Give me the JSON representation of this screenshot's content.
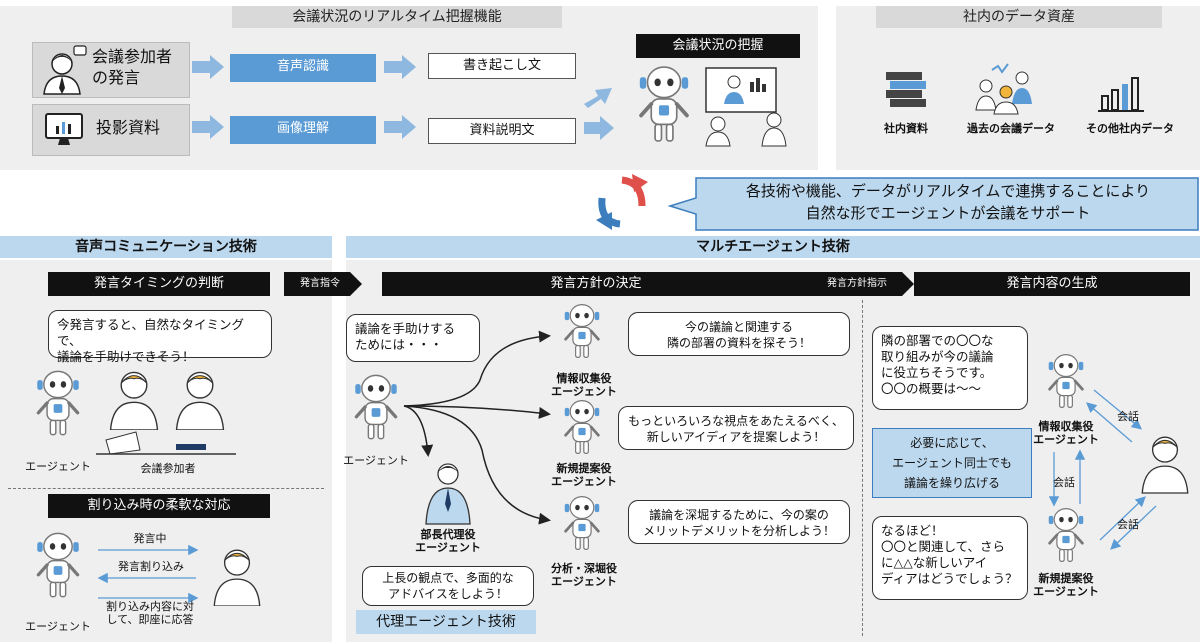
{
  "top": {
    "realtime_title": "会議状況のリアルタイム把握機能",
    "speech_source": "会議参加者\nの発言",
    "slide_source": "投影資料",
    "speech_tech": "音声認識",
    "image_tech": "画像理解",
    "speech_output": "書き起こし文",
    "slide_output": "資料説明文",
    "grasp_title": "会議状況の把握",
    "assets_title": "社内のデータ資産",
    "assets": [
      "社内資料",
      "過去の会議データ",
      "その他社内データ"
    ],
    "callout": "各技術や機能、データがリアルタイムで連携することにより\n自然な形でエージェントが会議をサポート"
  },
  "voice": {
    "bar": "音声コミュニケーション技術",
    "timing_header": "発言タイミングの判断",
    "timing_bubble": "今発言すると、自然なタイミングで、\n議論を手助けできそう！",
    "agent_label": "エージェント",
    "participants_label": "会議参加者",
    "interrupt_header": "割り込み時の柔軟な対応",
    "speaking": "発言中",
    "interrupt": "発言割り込み",
    "respond": "割り込み内容に対\nして、即座に応答",
    "agent_label2": "エージェント"
  },
  "multi": {
    "bar": "マルチエージェント技術",
    "cmd1": "発言指令",
    "policy_header": "発言方針の決定",
    "cmd2": "発言方針指示",
    "content_header": "発言内容の生成",
    "help_bubble": "議論を手助けする\nためには・・・",
    "agent_label": "エージェント",
    "roles": [
      "情報収集役\nエージェント",
      "新規提案役\nエージェント",
      "分析・深堀役\nエージェント"
    ],
    "role_bubbles": [
      "今の議論と関連する\n隣の部署の資料を探そう！",
      "もっといろいろな視点をあたえるべく、\n新しいアイディアを提案しよう！",
      "議論を深堀するために、今の案の\nメリットデメリットを分析しよう！"
    ],
    "deputy_label": "部長代理役\nエージェント",
    "deputy_bubble": "上長の観点で、多面的な\nアドバイスをしよう！",
    "proxy_tech": "代理エージェント技術",
    "gen_bubble1": "隣の部署での〇〇な\n取り組みが今の議論\nに役立ちそうです。\n〇〇の概要は～～",
    "gen_note": "必要に応じて、\nエージェント同士でも\n議論を繰り広げる",
    "gen_bubble2": "なるほど！\n〇〇と関連して、さら\nに△△な新しいアイ\nディアはどうでしょう？",
    "gen_role1": "情報収集役\nエージェント",
    "gen_role2": "新規提案役\nエージェント",
    "talk": "会話"
  },
  "colors": {
    "blue": "#5b9bd5",
    "lightblue": "#bcd8ee",
    "arrow": "#8fb8e0",
    "red": "#e0504a"
  }
}
